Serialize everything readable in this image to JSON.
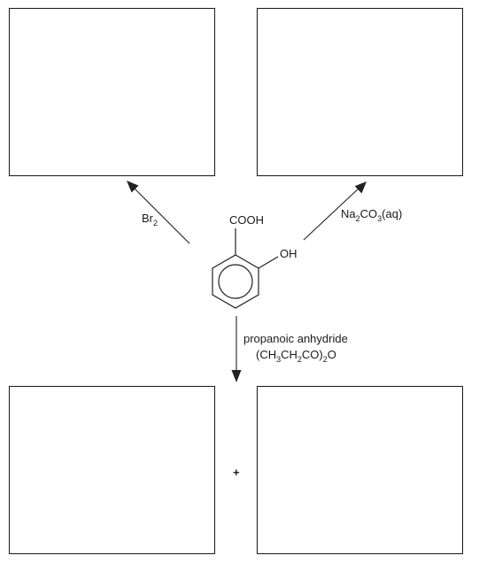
{
  "reagents": {
    "bromine": {
      "main": "Br",
      "sub": "2"
    },
    "carbonate": {
      "p1": "Na",
      "s1": "2",
      "p2": "CO",
      "s2": "3",
      "p3": "(aq)"
    },
    "anhydride_name": "propanoic anhydride",
    "anhydride_formula": {
      "p1": "(CH",
      "s1": "3",
      "p2": "CH",
      "s2": "2",
      "p3": "CO)",
      "s3": "2",
      "p4": "O"
    }
  },
  "molecule": {
    "carboxyl_label": "COOH",
    "hydroxyl_label": "OH"
  },
  "plus_sign": "+",
  "colors": {
    "ink": "#222222",
    "background": "#ffffff"
  }
}
